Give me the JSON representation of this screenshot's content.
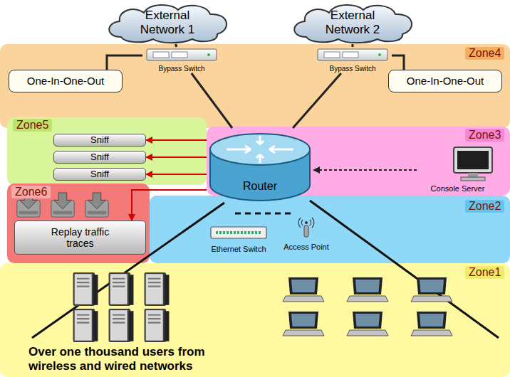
{
  "diagram": {
    "nodes": [
      {
        "text": [
          "External Network 1"
        ]
      },
      {
        "text": [
          "External Network 2"
        ]
      },
      {
        "text": [
          "Zone4"
        ]
      },
      {
        "text": [
          "Bypass Switch"
        ],
        "in": 2
      },
      {
        "text": [
          "Bypass Switch"
        ],
        "in": 2
      },
      {
        "text": [
          "One-In-One-Out"
        ],
        "in": 2
      },
      {
        "text": [
          "One-In-One-Out"
        ],
        "in": 2
      },
      {
        "text": [
          "Zone5"
        ]
      },
      {
        "text": [
          "Sniff"
        ],
        "in": 7
      },
      {
        "text": [
          "Sniff"
        ],
        "in": 7
      },
      {
        "text": [
          "Sniff"
        ],
        "in": 7
      },
      {
        "text": [
          "Zone3"
        ]
      },
      {
        "text": [
          "Router"
        ]
      },
      {
        "text": [
          "Console Server"
        ],
        "in": 11
      },
      {
        "text": [
          "Zone6"
        ]
      },
      {
        "text": [
          "Replay traffic traces"
        ],
        "in": 14
      },
      {
        "text": [
          "Zone2"
        ]
      },
      {
        "text": [
          "Ethernet Switch"
        ],
        "in": 16
      },
      {
        "text": [
          "Access Point"
        ],
        "in": 16
      },
      {
        "text": [
          "Zone1",
          "Over one thousand users from wireless and wired networks"
        ]
      }
    ],
    "edges": [
      {
        "from": 0,
        "to": 3,
        "arrow": "none"
      },
      {
        "from": 1,
        "to": 4,
        "arrow": "none"
      },
      {
        "from": 3,
        "to": 5,
        "arrow": "none"
      },
      {
        "from": 4,
        "to": 6,
        "arrow": "none"
      },
      {
        "from": 3,
        "to": 12,
        "arrow": "none"
      },
      {
        "from": 4,
        "to": 12,
        "arrow": "none"
      },
      {
        "from": 12,
        "to": 8,
        "arrow": "to"
      },
      {
        "from": 12,
        "to": 9,
        "arrow": "to"
      },
      {
        "from": 12,
        "to": 10,
        "arrow": "to"
      },
      {
        "from": 13,
        "to": 12,
        "arrow": "to"
      },
      {
        "from": 12,
        "to": 15,
        "arrow": "to"
      }
    ]
  }
}
